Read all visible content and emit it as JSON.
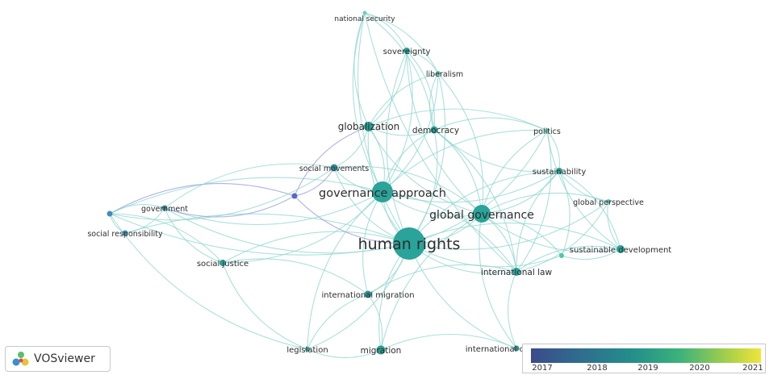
{
  "diagram": {
    "nodes": [
      {
        "id": "national-security",
        "label": "national security",
        "color": "#6fcdbd"
      },
      {
        "id": "sovereignty",
        "label": "sovereignty",
        "color": "#2aa39a"
      },
      {
        "id": "liberalism",
        "label": "liberalism",
        "color": "#5fc4b8"
      },
      {
        "id": "globalization",
        "label": "globalization",
        "color": "#2a9d94"
      },
      {
        "id": "democracy",
        "label": "democracy",
        "color": "#2a9d94"
      },
      {
        "id": "politics",
        "label": "politics",
        "color": "#6fd0c0"
      },
      {
        "id": "social-movements",
        "label": "social movements",
        "color": "#2f8c93"
      },
      {
        "id": "sustainability",
        "label": "sustainability",
        "color": "#2aa39a"
      },
      {
        "id": "governance-approach",
        "label": "governance approach",
        "color": "#2aa39a"
      },
      {
        "id": "unlabeled-purple",
        "label": "",
        "color": "#5b67c6"
      },
      {
        "id": "global-perspective",
        "label": "global perspective",
        "color": "#5fc4b8"
      },
      {
        "id": "global-governance",
        "label": "global governance",
        "color": "#2aa39a"
      },
      {
        "id": "government",
        "label": "government",
        "color": "#2f8c93"
      },
      {
        "id": "unlabeled-left",
        "label": "",
        "color": "#3f8fb3"
      },
      {
        "id": "social-responsibility",
        "label": "social responsibility",
        "color": "#3f8fb3"
      },
      {
        "id": "human-rights",
        "label": "human rights",
        "color": "#2aa39a"
      },
      {
        "id": "sustainable-development",
        "label": "sustainable development",
        "color": "#2aa39a"
      },
      {
        "id": "unlabeled-green",
        "label": "",
        "color": "#4fc7a3"
      },
      {
        "id": "social-justice",
        "label": "social justice",
        "color": "#2a9d94"
      },
      {
        "id": "international-law",
        "label": "international law",
        "color": "#2aa39a"
      },
      {
        "id": "international-migration",
        "label": "international migration",
        "color": "#2f8c93"
      },
      {
        "id": "legislation",
        "label": "legislation",
        "color": "#3fa6a4"
      },
      {
        "id": "migration",
        "label": "migration",
        "color": "#2a9d94"
      },
      {
        "id": "international-cooperation",
        "label": "international cooperation",
        "color": "#2f8c93"
      }
    ],
    "edges": [
      [
        "human-rights",
        "governance-approach"
      ],
      [
        "human-rights",
        "global-governance"
      ],
      [
        "human-rights",
        "globalization"
      ],
      [
        "human-rights",
        "democracy"
      ],
      [
        "human-rights",
        "sovereignty"
      ],
      [
        "human-rights",
        "liberalism"
      ],
      [
        "human-rights",
        "national-security"
      ],
      [
        "human-rights",
        "politics"
      ],
      [
        "human-rights",
        "sustainability"
      ],
      [
        "human-rights",
        "global-perspective"
      ],
      [
        "human-rights",
        "sustainable-development"
      ],
      [
        "human-rights",
        "international-law"
      ],
      [
        "human-rights",
        "international-migration"
      ],
      [
        "human-rights",
        "migration"
      ],
      [
        "human-rights",
        "legislation"
      ],
      [
        "human-rights",
        "social-justice"
      ],
      [
        "human-rights",
        "government"
      ],
      [
        "human-rights",
        "social-responsibility"
      ],
      [
        "human-rights",
        "social-movements"
      ],
      [
        "human-rights",
        "international-cooperation"
      ],
      [
        "human-rights",
        "unlabeled-left"
      ],
      [
        "human-rights",
        "unlabeled-green"
      ],
      [
        "human-rights",
        "unlabeled-purple"
      ],
      [
        "governance-approach",
        "globalization"
      ],
      [
        "governance-approach",
        "democracy"
      ],
      [
        "governance-approach",
        "sovereignty"
      ],
      [
        "governance-approach",
        "national-security"
      ],
      [
        "governance-approach",
        "liberalism"
      ],
      [
        "governance-approach",
        "social-movements"
      ],
      [
        "governance-approach",
        "global-governance"
      ],
      [
        "governance-approach",
        "government"
      ],
      [
        "governance-approach",
        "unlabeled-left"
      ],
      [
        "governance-approach",
        "social-justice"
      ],
      [
        "governance-approach",
        "international-migration"
      ],
      [
        "governance-approach",
        "politics"
      ],
      [
        "governance-approach",
        "sustainability"
      ],
      [
        "governance-approach",
        "international-law"
      ],
      [
        "governance-approach",
        "legislation"
      ],
      [
        "global-governance",
        "globalization"
      ],
      [
        "global-governance",
        "democracy"
      ],
      [
        "global-governance",
        "politics"
      ],
      [
        "global-governance",
        "sustainability"
      ],
      [
        "global-governance",
        "global-perspective"
      ],
      [
        "global-governance",
        "sustainable-development"
      ],
      [
        "global-governance",
        "international-law"
      ],
      [
        "global-governance",
        "liberalism"
      ],
      [
        "global-governance",
        "sovereignty"
      ],
      [
        "global-governance",
        "international-cooperation"
      ],
      [
        "global-governance",
        "unlabeled-green"
      ],
      [
        "global-governance",
        "social-movements"
      ],
      [
        "globalization",
        "national-security"
      ],
      [
        "globalization",
        "sovereignty"
      ],
      [
        "globalization",
        "liberalism"
      ],
      [
        "globalization",
        "democracy"
      ],
      [
        "globalization",
        "social-movements"
      ],
      [
        "globalization",
        "unlabeled-purple"
      ],
      [
        "globalization",
        "politics"
      ],
      [
        "democracy",
        "sovereignty"
      ],
      [
        "democracy",
        "liberalism"
      ],
      [
        "democracy",
        "national-security"
      ],
      [
        "democracy",
        "politics"
      ],
      [
        "democracy",
        "sustainability"
      ],
      [
        "democracy",
        "international-law"
      ],
      [
        "sovereignty",
        "national-security"
      ],
      [
        "sovereignty",
        "liberalism"
      ],
      [
        "liberalism",
        "national-security"
      ],
      [
        "politics",
        "sustainability"
      ],
      [
        "politics",
        "sustainable-development"
      ],
      [
        "politics",
        "international-law"
      ],
      [
        "sustainability",
        "global-perspective"
      ],
      [
        "sustainability",
        "sustainable-development"
      ],
      [
        "sustainability",
        "international-law"
      ],
      [
        "sustainability",
        "unlabeled-green"
      ],
      [
        "global-perspective",
        "sustainable-development"
      ],
      [
        "global-perspective",
        "international-law"
      ],
      [
        "sustainable-development",
        "international-law"
      ],
      [
        "sustainable-development",
        "unlabeled-green"
      ],
      [
        "unlabeled-purple",
        "unlabeled-left"
      ],
      [
        "unlabeled-purple",
        "government"
      ],
      [
        "unlabeled-purple",
        "social-movements"
      ],
      [
        "social-movements",
        "unlabeled-left"
      ],
      [
        "social-movements",
        "government"
      ],
      [
        "unlabeled-left",
        "government"
      ],
      [
        "unlabeled-left",
        "social-responsibility"
      ],
      [
        "unlabeled-left",
        "social-justice"
      ],
      [
        "unlabeled-left",
        "legislation"
      ],
      [
        "government",
        "social-responsibility"
      ],
      [
        "government",
        "social-justice"
      ],
      [
        "social-justice",
        "international-migration"
      ],
      [
        "social-justice",
        "legislation"
      ],
      [
        "international-migration",
        "migration"
      ],
      [
        "international-migration",
        "legislation"
      ],
      [
        "international-migration",
        "international-law"
      ],
      [
        "legislation",
        "migration"
      ],
      [
        "migration",
        "international-cooperation"
      ],
      [
        "international-law",
        "international-cooperation"
      ],
      [
        "migration",
        "global-governance"
      ],
      [
        "national-security",
        "international-law"
      ]
    ]
  },
  "logo": {
    "text": "VOSviewer",
    "icon": "vosviewer-logo-icon"
  },
  "legend": {
    "years": [
      "2017",
      "2018",
      "2019",
      "2020",
      "2021"
    ],
    "gradient_colors": [
      "#3b4a8c",
      "#23908b",
      "#3cb37a",
      "#a3cf4a",
      "#f0e53a"
    ]
  }
}
